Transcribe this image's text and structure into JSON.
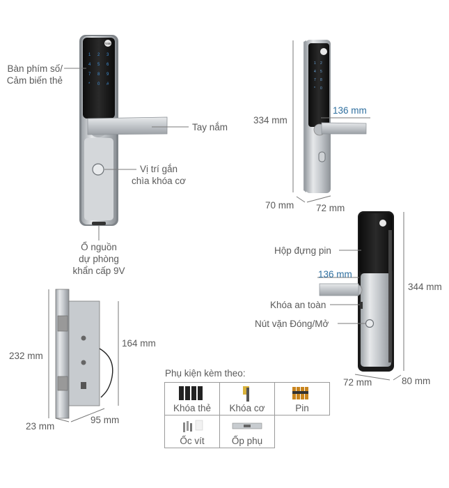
{
  "front_view": {
    "keypad_label_line1": "Bàn phím số/",
    "keypad_label_line2": "Cảm biến thẻ",
    "handle_label": "Tay nắm",
    "keyhole_label_line1": "Vị trí gắn",
    "keyhole_label_line2": "chìa khóa cơ",
    "power_label_line1": "Ổ nguồn",
    "power_label_line2": "dự phòng",
    "power_label_line3": "khẩn cấp 9V",
    "brand_logo": "Yale"
  },
  "side_view": {
    "height": "334 mm",
    "handle_length": "136 mm",
    "width": "70 mm",
    "depth": "72 mm"
  },
  "back_view": {
    "battery_label": "Hộp đựng pin",
    "handle_length": "136 mm",
    "safety_lock_label": "Khóa an toàn",
    "knob_label": "Nút vặn Đóng/Mở",
    "height": "344 mm",
    "width": "72 mm",
    "depth": "80 mm"
  },
  "mortise": {
    "height": "232 mm",
    "inner_height": "164 mm",
    "thickness": "23 mm",
    "width": "95 mm"
  },
  "accessories": {
    "title": "Phụ kiện kèm theo:",
    "items": [
      {
        "label": "Khóa thẻ",
        "icon": "keycard-icon"
      },
      {
        "label": "Khóa cơ",
        "icon": "mechanical-key-icon"
      },
      {
        "label": "Pin",
        "icon": "battery-icon"
      },
      {
        "label": "Ốc vít",
        "icon": "screws-icon"
      },
      {
        "label": "Ốp phụ",
        "icon": "strike-plate-icon"
      }
    ]
  },
  "colors": {
    "accent_blue": "#2f6f9f",
    "steel": "#c9ccd0",
    "panel_black": "#151515"
  }
}
